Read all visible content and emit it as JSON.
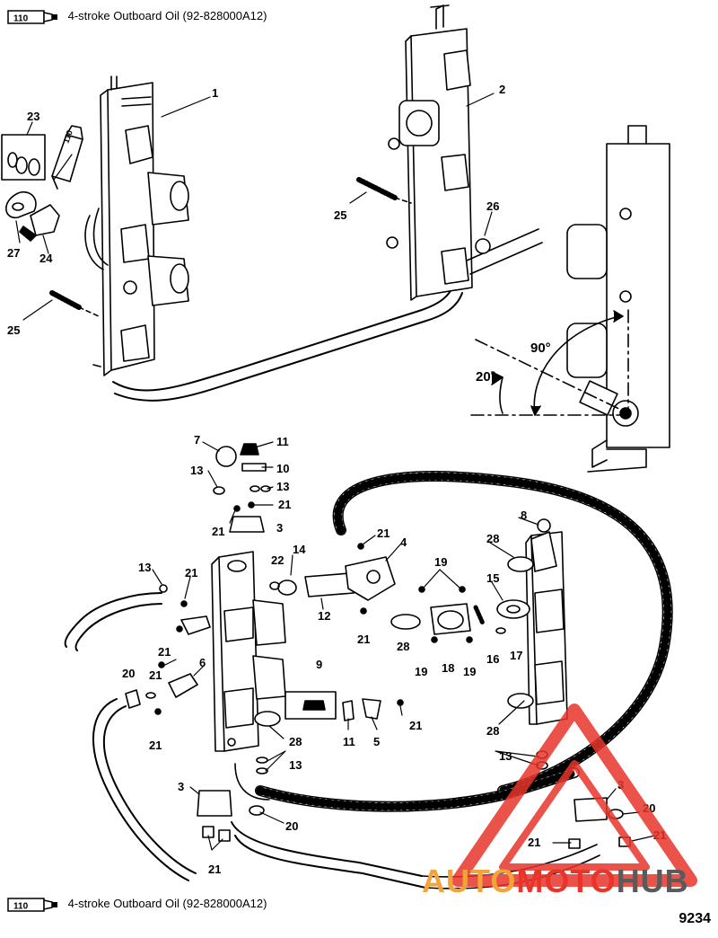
{
  "legend_top": {
    "tube_code": "110",
    "text": "4-stroke Outboard Oil (92-828000A12)"
  },
  "legend_bottom": {
    "tube_code": "110",
    "text": "4-stroke Outboard Oil (92-828000A12)"
  },
  "inset_tube_code": "110",
  "angles": {
    "a1": "90°",
    "a2": "20°"
  },
  "figure_number": "9234",
  "watermark": {
    "part1": "AUTO",
    "part2": "MOTO",
    "part3": "HUB"
  },
  "callouts": [
    "1",
    "2",
    "23",
    "24",
    "27",
    "25",
    "25",
    "26",
    "7",
    "11",
    "10",
    "13",
    "13",
    "21",
    "21",
    "3",
    "8",
    "21",
    "4",
    "22",
    "14",
    "12",
    "21",
    "19",
    "28",
    "15",
    "18",
    "16",
    "17",
    "19",
    "19",
    "28",
    "13",
    "21",
    "21",
    "6",
    "21",
    "20",
    "21",
    "9",
    "11",
    "5",
    "21",
    "28",
    "13",
    "3",
    "20",
    "21",
    "28",
    "13",
    "3",
    "20",
    "21",
    "21"
  ],
  "colors": {
    "watermark_red": "#e8342a",
    "watermark_orange": "#f2a33a",
    "watermark_gray": "#5a5a5a"
  }
}
